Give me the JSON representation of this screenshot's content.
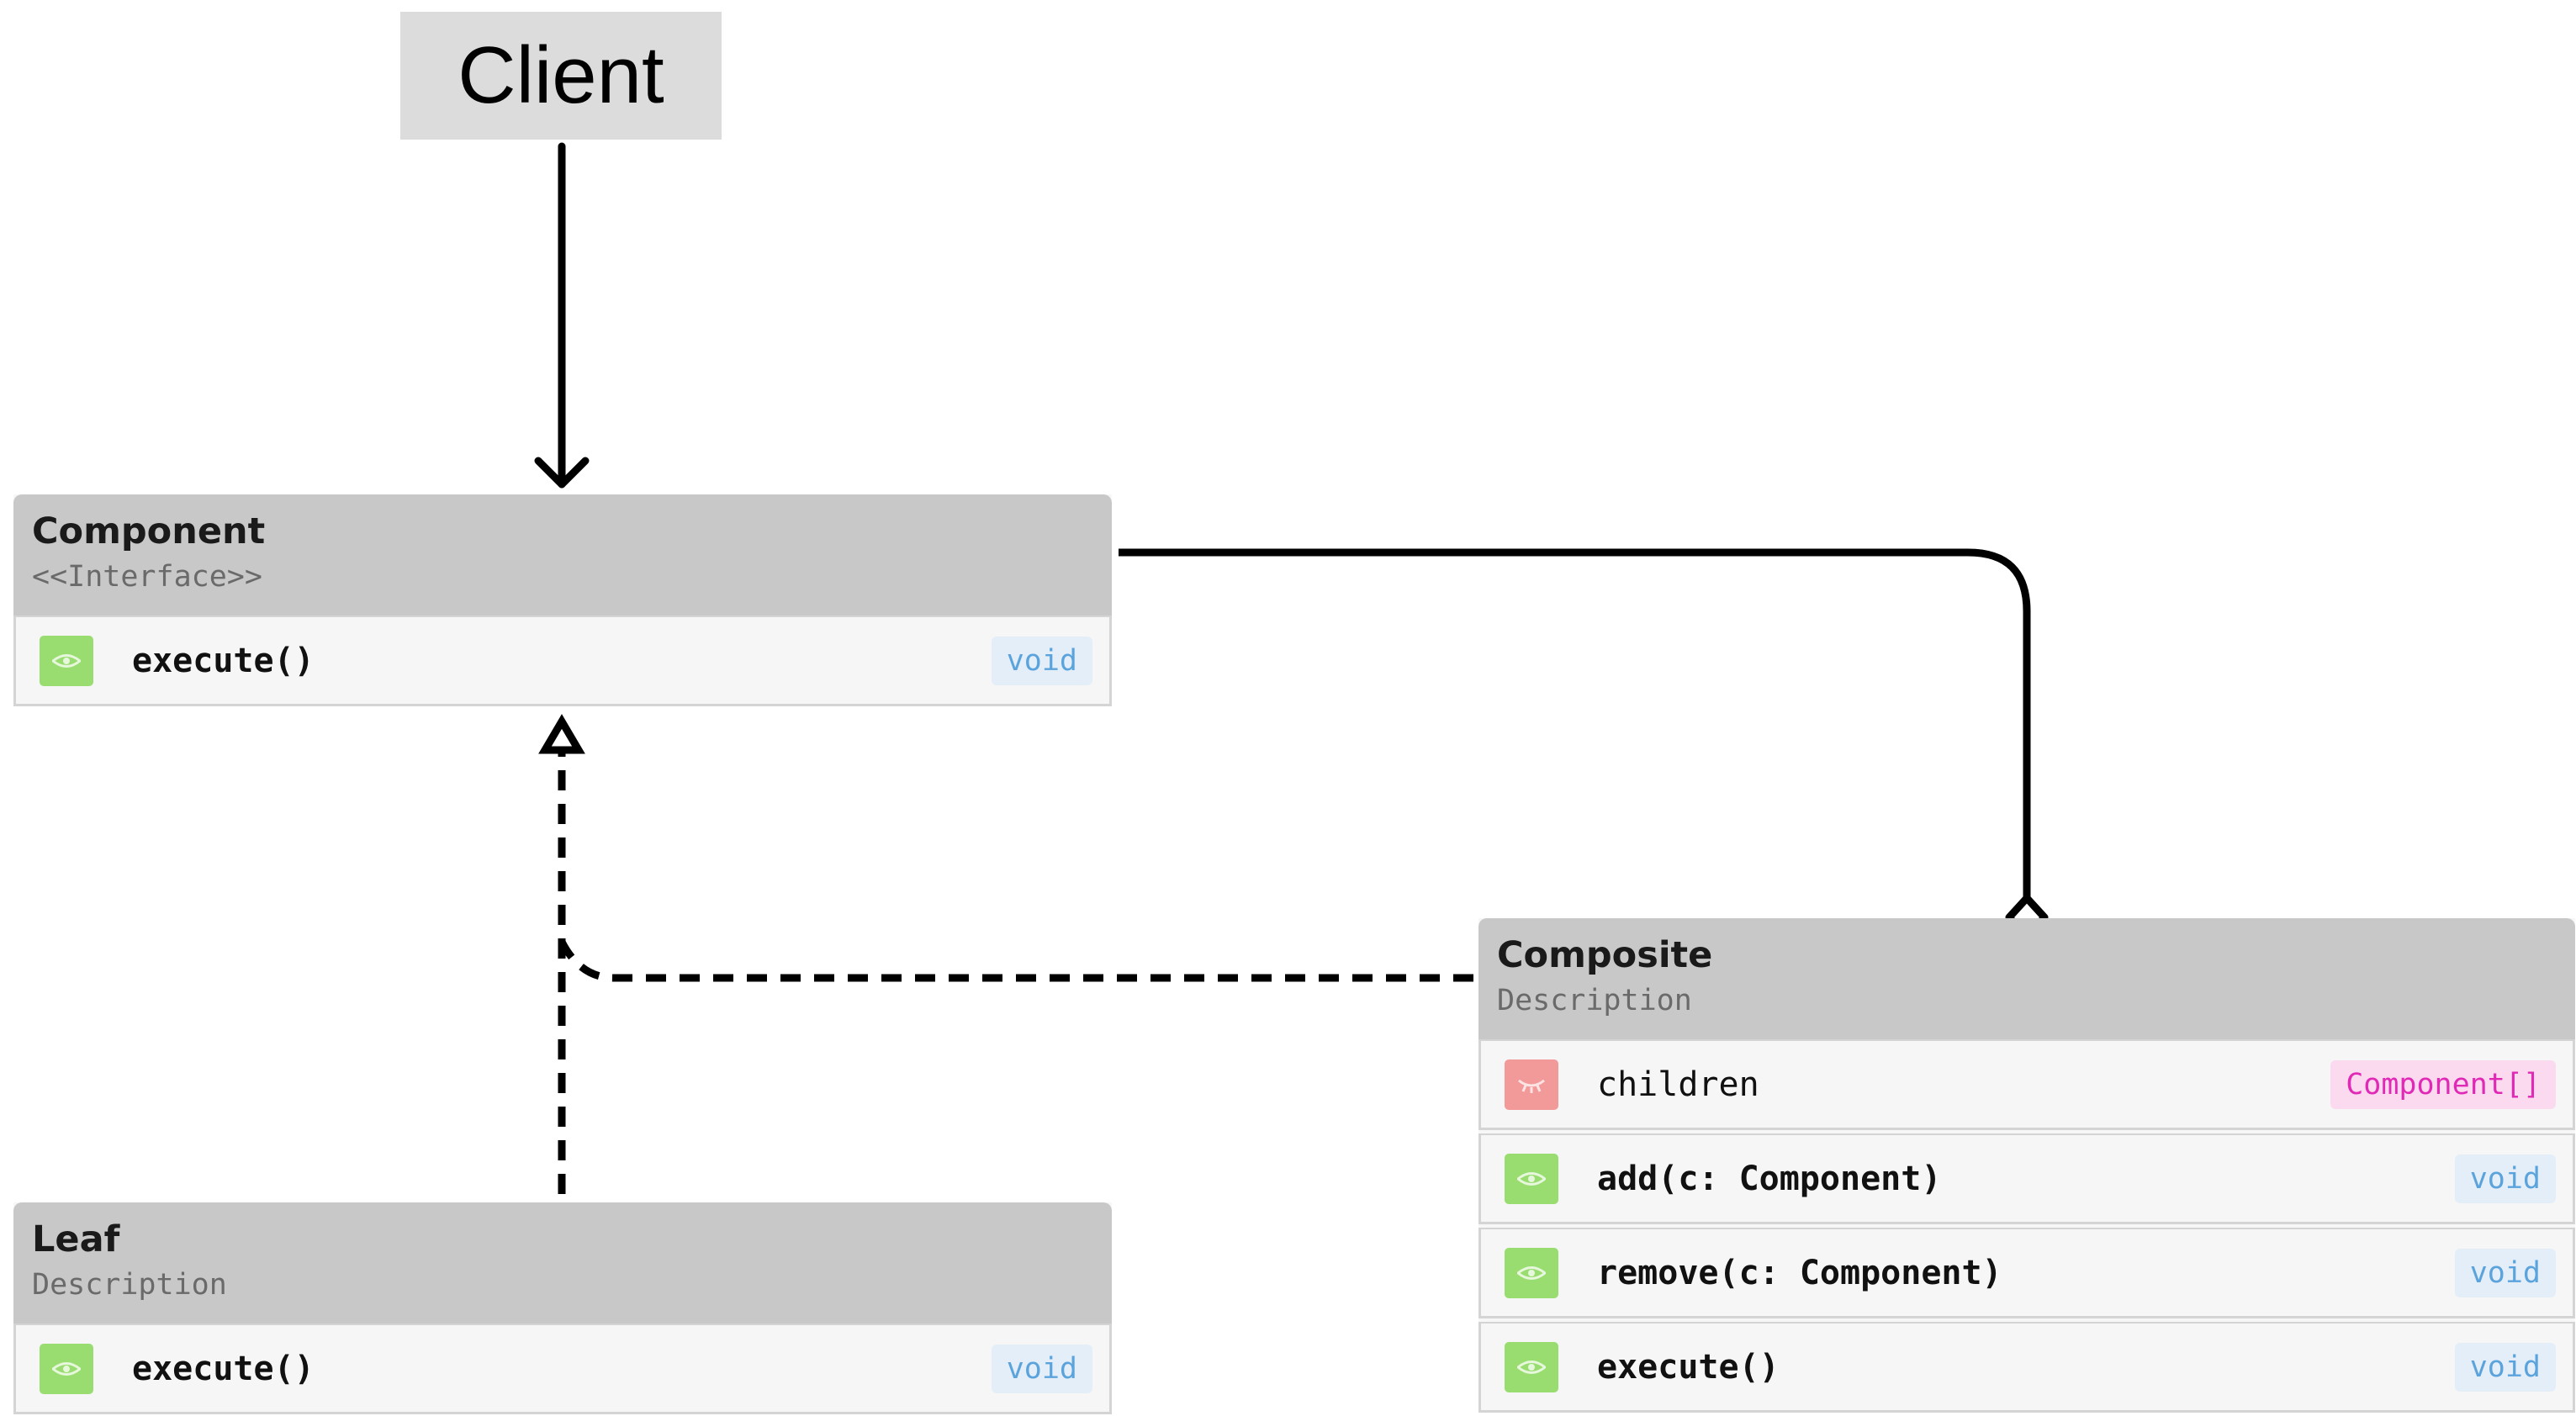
{
  "client": {
    "label": "Client"
  },
  "component": {
    "name": "Component",
    "stereotype": "<<Interface>>",
    "methods": [
      {
        "name": "execute()",
        "type": "void",
        "visibility": "public"
      }
    ]
  },
  "leaf": {
    "name": "Leaf",
    "description": "Description",
    "methods": [
      {
        "name": "execute()",
        "type": "void",
        "visibility": "public"
      }
    ]
  },
  "composite": {
    "name": "Composite",
    "description": "Description",
    "attributes": [
      {
        "name": "children",
        "type": "Component[]",
        "visibility": "private"
      }
    ],
    "methods": [
      {
        "name": "add(c: Component)",
        "type": "void",
        "visibility": "public"
      },
      {
        "name": "remove(c: Component)",
        "type": "void",
        "visibility": "public"
      },
      {
        "name": "execute()",
        "type": "void",
        "visibility": "public"
      }
    ]
  },
  "icons": {
    "public": "eye-icon",
    "private": "eye-closed-icon"
  },
  "colors": {
    "header": "#c8c8c8",
    "public_badge": "#99dd70",
    "private_badge": "#f29a9a",
    "void_type": "#5ba3dc",
    "array_type": "#e02ab5"
  }
}
